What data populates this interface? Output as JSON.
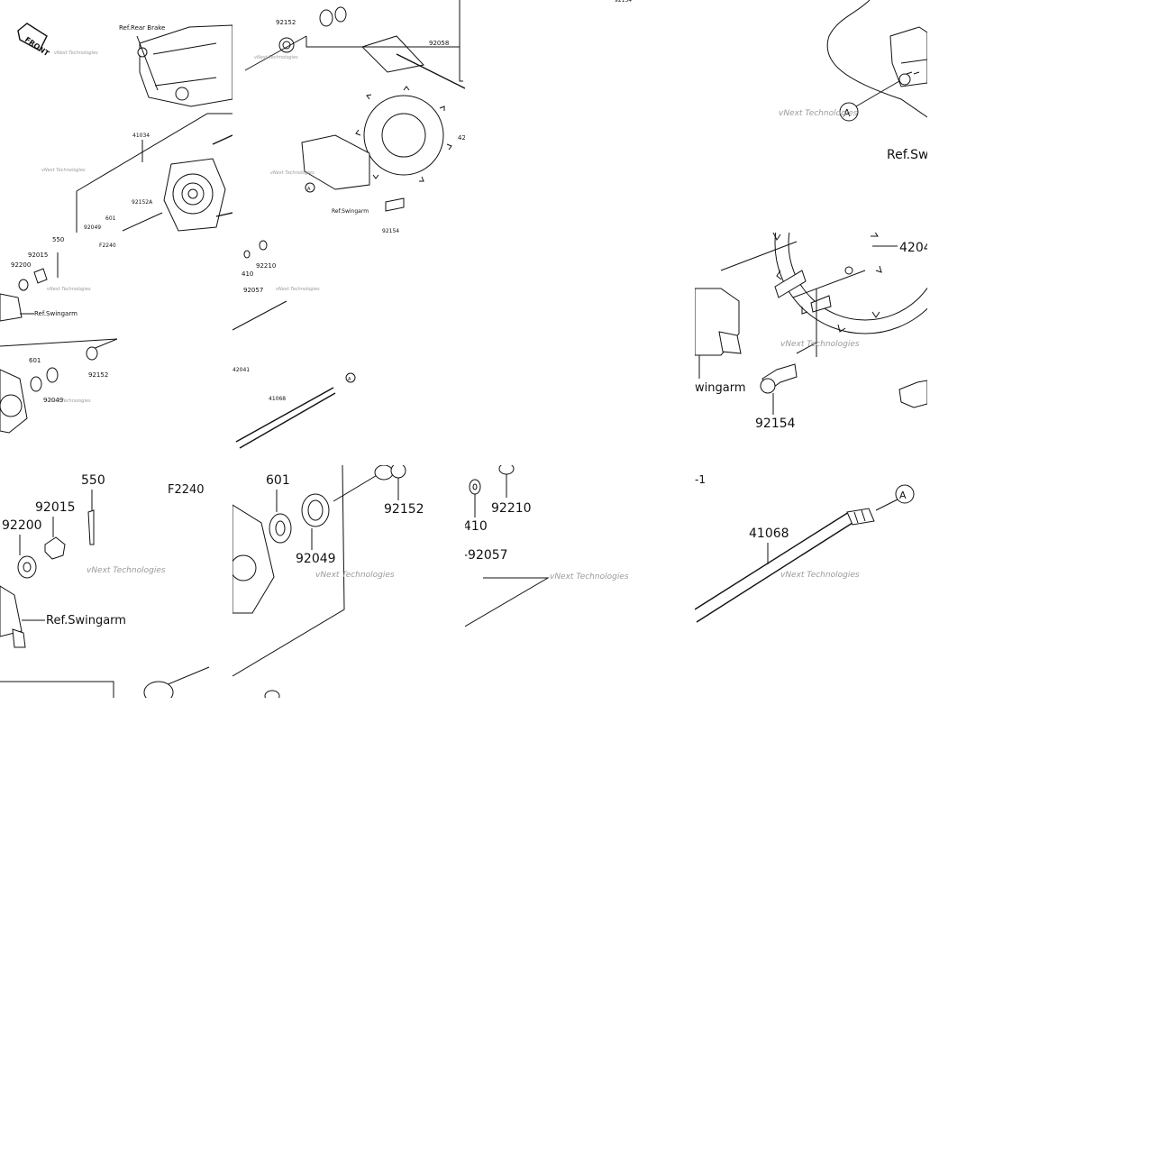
{
  "overview": {
    "front": "FRONT",
    "ref_rear_brake": "Ref.Rear Brake",
    "ref_swingarm": "Ref.Swingarm",
    "fig": "F2240",
    "circle_a": "A",
    "labels": [
      "92152",
      "92058",
      "42041",
      "41034",
      "92152A",
      "601",
      "92049",
      "550",
      "92015",
      "92200",
      "601",
      "92049",
      "92152",
      "92154",
      "410",
      "92210",
      "92057",
      "42041",
      "41068"
    ]
  },
  "tiles": {
    "t1_labels": [
      "550",
      "92015",
      "92200",
      "F2240",
      "Ref.Swingarm"
    ],
    "t2_labels": [
      "601",
      "92049",
      "92152"
    ],
    "t3_labels": [
      "410",
      "92210",
      "-92057"
    ],
    "t4_labels": [
      "Ref.Sw"
    ],
    "t5_labels": [
      "-1",
      "41068",
      "A"
    ],
    "t6_labels": [
      "4204",
      "wingarm",
      "92154"
    ],
    "circle_a": "A"
  },
  "watermark": "vNext Technologies",
  "top_crop_label": "92154"
}
